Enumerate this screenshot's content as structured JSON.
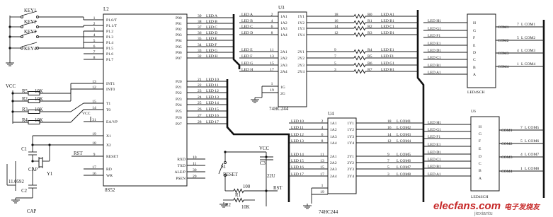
{
  "u2": {
    "ref": "L2",
    "part": "8S52",
    "left_pins": [
      {
        "num": "1",
        "name": "P1.0/T"
      },
      {
        "num": "2",
        "name": "P1.1/T"
      },
      {
        "num": "3",
        "name": "P1.2"
      },
      {
        "num": "4",
        "name": "P1.3"
      },
      {
        "num": "5",
        "name": "P1.4"
      },
      {
        "num": "6",
        "name": "P1.5"
      },
      {
        "num": "7",
        "name": "P1.6"
      },
      {
        "num": "8",
        "name": "P1.7"
      },
      {
        "num": "13",
        "name": "INT1"
      },
      {
        "num": "12",
        "name": "INT0"
      },
      {
        "num": "15",
        "name": "T1"
      },
      {
        "num": "14",
        "name": "T0"
      },
      {
        "num": "31",
        "name": "EA/VP"
      },
      {
        "num": "19",
        "name": "X1"
      },
      {
        "num": "18",
        "name": "X2"
      },
      {
        "num": "9",
        "name": "RESET"
      },
      {
        "num": "17",
        "name": "RD"
      },
      {
        "num": "16",
        "name": "WR"
      }
    ],
    "p0_pins": [
      {
        "num": "39",
        "name": "P00",
        "net": "LED_A"
      },
      {
        "num": "38",
        "name": "P01",
        "net": "LED_B"
      },
      {
        "num": "37",
        "name": "P02",
        "net": "LED_C"
      },
      {
        "num": "36",
        "name": "P03",
        "net": "LED_D"
      },
      {
        "num": "35",
        "name": "P04",
        "net": "LED_E"
      },
      {
        "num": "34",
        "name": "P05",
        "net": "LED_F"
      },
      {
        "num": "33",
        "name": "P06",
        "net": "LED_G"
      },
      {
        "num": "32",
        "name": "P07",
        "net": "LED_H"
      }
    ],
    "p2_pins": [
      {
        "num": "21",
        "name": "P20",
        "net": "LED_10"
      },
      {
        "num": "22",
        "name": "P21",
        "net": "LED_11"
      },
      {
        "num": "23",
        "name": "P22",
        "net": "LED_12"
      },
      {
        "num": "24",
        "name": "P23",
        "net": "LED_13"
      },
      {
        "num": "25",
        "name": "P24",
        "net": "LED_14"
      },
      {
        "num": "26",
        "name": "P25",
        "net": "LED_15"
      },
      {
        "num": "27",
        "name": "P26",
        "net": "LED_16"
      },
      {
        "num": "28",
        "name": "P27",
        "net": "LED_17"
      }
    ],
    "misc_pins": [
      {
        "num": "10",
        "name": "RXD"
      },
      {
        "num": "11",
        "name": "TXD"
      },
      {
        "num": "30",
        "name": "ALE/P"
      },
      {
        "num": "29",
        "name": "PSEN"
      }
    ]
  },
  "keys": [
    "KEY1",
    "KEY2",
    "KEY3",
    "KEY4"
  ],
  "resistors": [
    {
      "ref": "R5",
      "value": "10K"
    },
    {
      "ref": "R2",
      "value": "10K"
    },
    {
      "ref": "R3",
      "value": "10K"
    },
    {
      "ref": "R4",
      "value": "10K"
    }
  ],
  "vcc": "VCC",
  "crystal": {
    "ref": "Y1",
    "freq": "11.0592",
    "c1": "C1",
    "c2": "C2",
    "cap": "CAP"
  },
  "reset": {
    "switch": "S1",
    "label": "RESET",
    "r1": "R1",
    "r1_value": "100",
    "r2": "R2",
    "r2_value": "10K",
    "cap": "C3",
    "cap_value": "22U",
    "net": "RST"
  },
  "rst_net": "RST",
  "u3": {
    "ref": "U3",
    "part": "74HC244",
    "in_pins": [
      {
        "num": "2",
        "name": "1A1",
        "net": "LED_A"
      },
      {
        "num": "4",
        "name": "1A2",
        "net": "LED_B"
      },
      {
        "num": "6",
        "name": "1A3",
        "net": "LED_C"
      },
      {
        "num": "8",
        "name": "1A4",
        "net": "LED_D"
      },
      {
        "num": "11",
        "name": "2A1",
        "net": "LED_E"
      },
      {
        "num": "13",
        "name": "2A2",
        "net": "LED_F"
      },
      {
        "num": "15",
        "name": "2A3",
        "net": "LED_G"
      },
      {
        "num": "17",
        "name": "2A4",
        "net": "LED_H"
      }
    ],
    "out_pins": [
      {
        "num": "18",
        "name": "1Y1",
        "r": "R0",
        "net": "LED_A1"
      },
      {
        "num": "16",
        "name": "1Y2",
        "r": "R1",
        "net": "LED_B1"
      },
      {
        "num": "14",
        "name": "1Y3",
        "r": "R2",
        "net": "LED_C1"
      },
      {
        "num": "12",
        "name": "1Y4",
        "r": "R3",
        "net": "LED_D1"
      },
      {
        "num": "9",
        "name": "2Y1",
        "r": "R4",
        "net": "LED_E1"
      },
      {
        "num": "7",
        "name": "2Y2",
        "r": "R5",
        "net": "LED_F1"
      },
      {
        "num": "5",
        "name": "2Y3",
        "r": "R6",
        "net": "LED_G1"
      },
      {
        "num": "3",
        "name": "2Y4",
        "r": "R7",
        "net": "LED_H1"
      }
    ],
    "oe": [
      {
        "num": "1",
        "name": "1G"
      },
      {
        "num": "19",
        "name": "2G"
      }
    ]
  },
  "u4": {
    "ref": "U4",
    "part": "74HC244",
    "in_pins": [
      {
        "num": "2",
        "name": "1A1",
        "net": "LED_10"
      },
      {
        "num": "4",
        "name": "1A2",
        "net": "LED_11"
      },
      {
        "num": "6",
        "name": "1A3",
        "net": "LED_12"
      },
      {
        "num": "8",
        "name": "1A4",
        "net": "LED_13"
      },
      {
        "num": "11",
        "name": "2A1",
        "net": "LED_14"
      },
      {
        "num": "13",
        "name": "2A2",
        "net": "LED_15"
      },
      {
        "num": "15",
        "name": "2A3",
        "net": "LED_16"
      },
      {
        "num": "17",
        "name": "2A4",
        "net": "LED_17"
      }
    ],
    "out_pins": [
      {
        "num": "18",
        "name": "1Y1",
        "net": "L_COM1"
      },
      {
        "num": "16",
        "name": "1Y2",
        "net": "L_COM2"
      },
      {
        "num": "14",
        "name": "1Y3",
        "net": "L_COM3"
      },
      {
        "num": "12",
        "name": "1Y4",
        "net": "L_COM4"
      },
      {
        "num": "9",
        "name": "2Y1",
        "net": "L_COM5"
      },
      {
        "num": "7",
        "name": "2Y2",
        "net": "L_COM6"
      },
      {
        "num": "5",
        "name": "2Y3",
        "net": "L_COM7"
      },
      {
        "num": "3",
        "name": "2Y4",
        "net": "L_COM8"
      }
    ],
    "oe": [
      {
        "num": "1",
        "name": "1G"
      },
      {
        "num": "19",
        "name": "2G"
      }
    ]
  },
  "led1": {
    "ref": "LED4SCH",
    "seg_pins": [
      "H",
      "G",
      "F",
      "E",
      "D",
      "C",
      "B",
      "A"
    ],
    "seg_nets": [
      "LED_H1",
      "LED_G1",
      "LED_F1",
      "LED_E1",
      "LED_D1",
      "LED_C1",
      "LED_B1",
      "LED_A1"
    ],
    "com_pins": [
      {
        "name": "COM1",
        "num": "7",
        "net": "L_COM1"
      },
      {
        "name": "COM2",
        "num": "5",
        "net": "L_COM2"
      },
      {
        "name": "COM3",
        "num": "4",
        "net": "L_COM3"
      },
      {
        "name": "COM4",
        "num": "1",
        "net": "L_COM4"
      }
    ]
  },
  "led2": {
    "ref": "U6",
    "label": "LED4SCH",
    "seg_pins": [
      "H",
      "G",
      "F",
      "E",
      "D",
      "C",
      "B",
      "A"
    ],
    "seg_nets": [
      "LED_H1",
      "LED_G1",
      "LED_F1",
      "LED_E1",
      "LED_D1",
      "LED_C1",
      "LED_B1",
      "LED_A1"
    ],
    "com_pins": [
      {
        "name": "COM1",
        "num": "7",
        "net": "L_COM5"
      },
      {
        "name": "COM2",
        "num": "5",
        "net": "L_COM6"
      },
      {
        "name": "COM3",
        "num": "4",
        "net": "L_COM7"
      },
      {
        "name": "COM4",
        "num": "1",
        "net": "L_COM8"
      }
    ]
  },
  "watermark": {
    "brand": "elecfans.com",
    "cn": "电子发烧友",
    "sub": "jiexiantu"
  }
}
